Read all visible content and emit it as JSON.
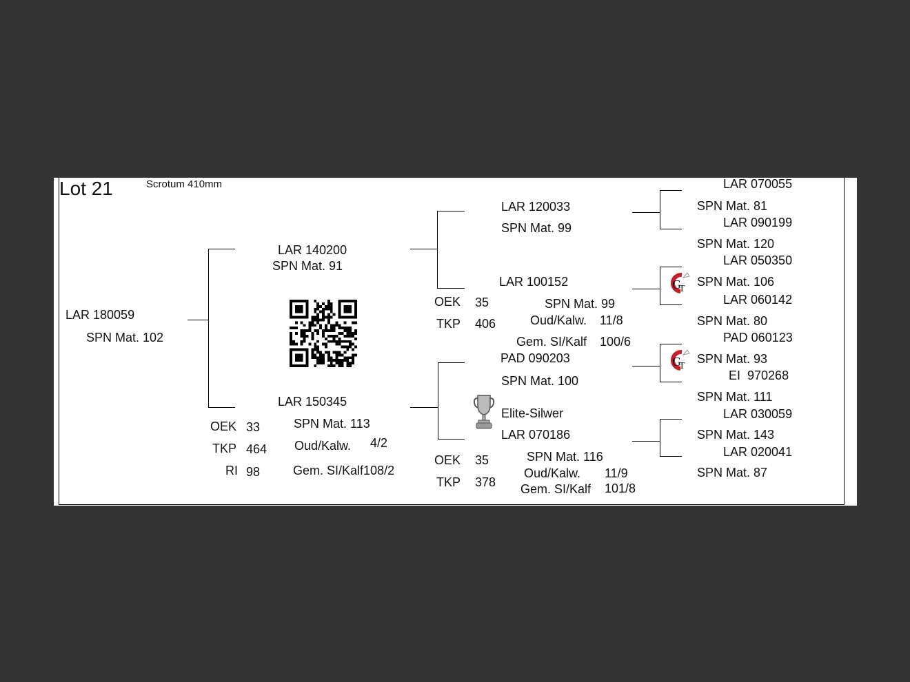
{
  "header": {
    "lot": "Lot 21",
    "scrotum": "Scrotum 410mm"
  },
  "animal": {
    "id": "LAR 180059",
    "spn": "SPN Mat. 102"
  },
  "sire": {
    "id": "LAR 140200",
    "spn": "SPN Mat. 91"
  },
  "dam": {
    "id": "LAR 150345",
    "oek_label": "OEK",
    "oek": "33",
    "tkp_label": "TKP",
    "tkp": "464",
    "ri_label": "RI",
    "ri": "98",
    "spn": "SPN Mat. 113",
    "oud_label": "Oud/Kalw.",
    "oud": "4/2",
    "gem": "Gem. SI/Kalf108/2"
  },
  "ss": {
    "id": "LAR 120033",
    "spn": "SPN Mat. 99"
  },
  "sd": {
    "id": "LAR 100152",
    "oek_label": "OEK",
    "oek": "35",
    "tkp_label": "TKP",
    "tkp": "406",
    "spn": "SPN Mat. 99",
    "oud_label": "Oud/Kalw.",
    "oud": "11/8",
    "gem_label": "Gem. SI/Kalf",
    "gem": "100/6"
  },
  "ds": {
    "id": "PAD 090203",
    "spn": "SPN Mat. 100",
    "award": "Elite-Silwer"
  },
  "dd": {
    "id": "LAR 070186",
    "oek_label": "OEK",
    "oek": "35",
    "tkp_label": "TKP",
    "tkp": "378",
    "spn": "SPN Mat. 116",
    "oud_label": "Oud/Kalw.",
    "oud": "11/9",
    "gem_label": "Gem. SI/Kalf",
    "gem": "101/8"
  },
  "gen3": [
    {
      "id": "LAR 070055",
      "spn": "SPN Mat. 81"
    },
    {
      "id": "LAR 090199",
      "spn": "SPN Mat. 120"
    },
    {
      "id": "LAR 050350",
      "spn": "SPN Mat. 106"
    },
    {
      "id": "LAR 060142",
      "spn": "SPN Mat. 80"
    },
    {
      "id": "PAD 060123",
      "spn": "SPN Mat. 93"
    },
    {
      "id": "EI  970268",
      "spn": "SPN Mat. 111"
    },
    {
      "id": "LAR 030059",
      "spn": "SPN Mat. 143"
    },
    {
      "id": "LAR 020041",
      "spn": "SPN Mat. 87"
    }
  ],
  "icons": {
    "logo": "gt-logo-icon",
    "trophy": "trophy-icon",
    "accent": "#c8202a"
  }
}
